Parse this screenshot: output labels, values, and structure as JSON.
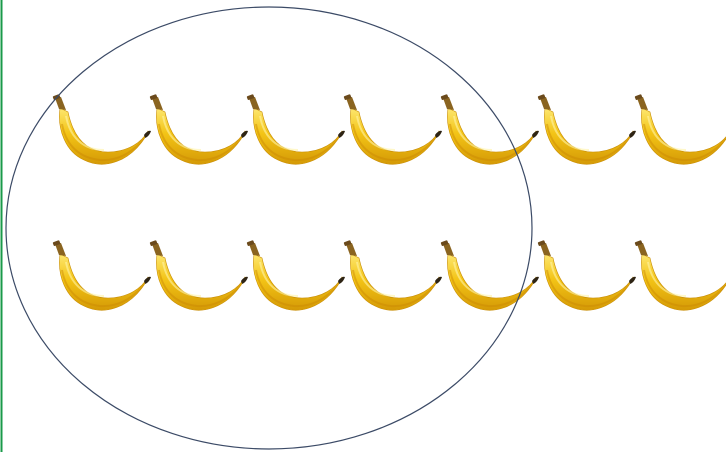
{
  "scene": {
    "object_icon": "banana-icon",
    "rows": [
      {
        "count": 7
      },
      {
        "count": 7
      }
    ],
    "total_bananas": 14,
    "circled_per_row": 5,
    "circled_total": 10,
    "colors": {
      "background": "#ffffff",
      "left_border": "#1a9a4a",
      "ellipse_stroke": "#3b4a66",
      "banana_body": "#f3c416",
      "banana_shade": "#d59a06",
      "banana_highlight": "#fde770",
      "banana_stem": "#6b4a1c",
      "banana_tip": "#2e2414"
    }
  }
}
